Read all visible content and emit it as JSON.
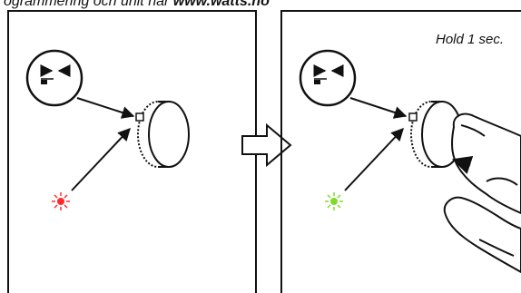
{
  "header": {
    "title_prefix": "ogrammering och unit når ",
    "title_brand": "www.watts.no"
  },
  "panels": [
    {
      "id": "before",
      "led_color": "#ff2b2b",
      "symbol_icon": "sensor-symbol-icon",
      "device_icon": "thermostat-knob-icon"
    },
    {
      "id": "after",
      "caption": "Hold 1 sec.",
      "led_color": "#7ddc2b",
      "symbol_icon": "sensor-symbol-icon",
      "device_icon": "thermostat-knob-icon",
      "hand_icon": "pressing-hand-icon"
    }
  ],
  "transition_icon": "right-arrow-icon",
  "colors": {
    "line": "#111111",
    "led_off": "#ff2b2b",
    "led_on": "#7ddc2b"
  }
}
